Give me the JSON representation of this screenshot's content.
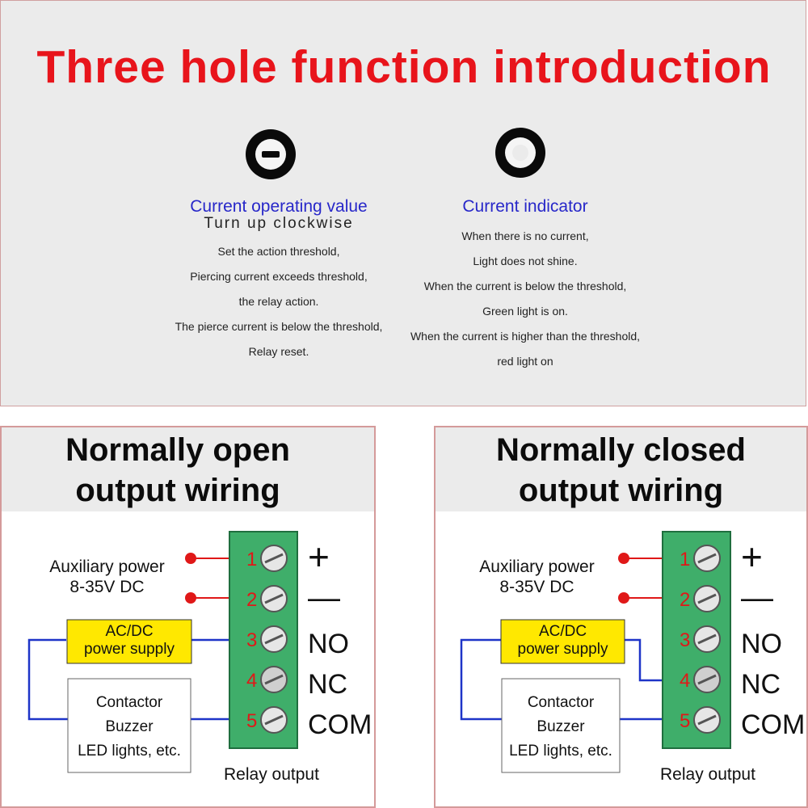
{
  "title": "Three hole function introduction",
  "left_section": {
    "icon": "slotted-potentiometer-icon",
    "heading": "Current operating value",
    "subheading": "Turn up clockwise",
    "lines": [
      "Set the action threshold,",
      "Piercing current exceeds threshold,",
      "the relay action.",
      "The pierce current is below the threshold,",
      "Relay reset."
    ]
  },
  "right_section": {
    "icon": "indicator-ring-icon",
    "heading": "Current indicator",
    "lines": [
      "When there is no current,",
      "Light does not shine.",
      "When the current is below the threshold,",
      "Green light is on.",
      "When the current is higher than the threshold,",
      "red light on"
    ]
  },
  "panels": [
    {
      "title_line1": "Normally open",
      "title_line2": "output wiring",
      "aux_line1": "Auxiliary power",
      "aux_line2": "8-35V DC",
      "supply_line1": "AC/DC",
      "supply_line2": "power supply",
      "load_lines": [
        "Contactor",
        "Buzzer",
        "LED lights, etc."
      ],
      "relay_output": "Relay output",
      "supply_terminal": "3"
    },
    {
      "title_line1": "Normally closed",
      "title_line2": "output wiring",
      "aux_line1": "Auxiliary power",
      "aux_line2": "8-35V DC",
      "supply_line1": "AC/DC",
      "supply_line2": "power supply",
      "load_lines": [
        "Contactor",
        "Buzzer",
        "LED lights, etc."
      ],
      "relay_output": "Relay output",
      "supply_terminal": "4"
    }
  ],
  "terminals": {
    "numbers": [
      "1",
      "2",
      "3",
      "4",
      "5"
    ],
    "labels": [
      "+",
      "—",
      "NO",
      "NC",
      "COM"
    ]
  },
  "colors": {
    "title_red": "#e8141b",
    "heading_blue": "#2727c9",
    "terminal_green": "#3fae6a",
    "wire_red": "#e01818",
    "wire_blue": "#1e34c8",
    "supply_yellow": "#ffe800"
  }
}
